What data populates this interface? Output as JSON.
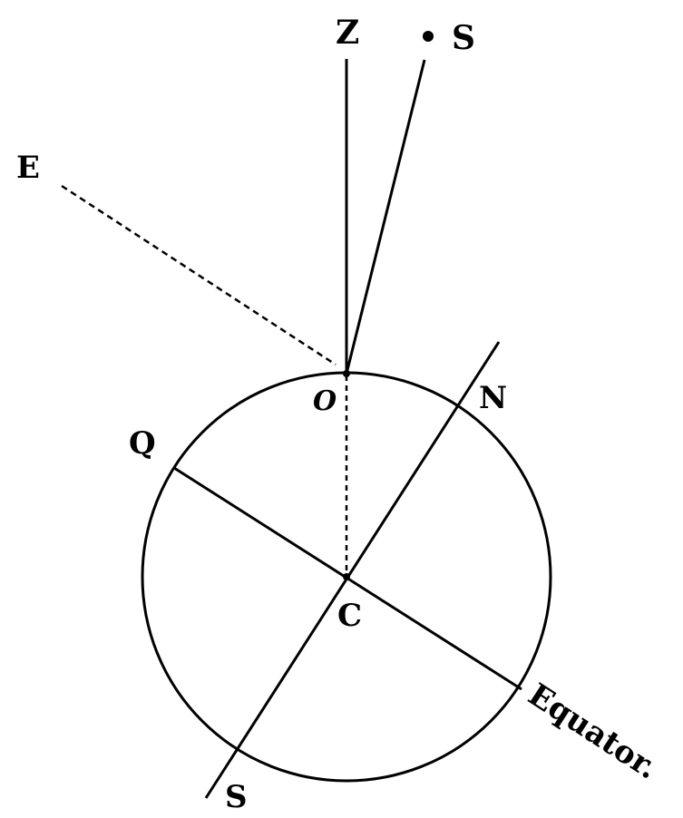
{
  "diagram": {
    "labels": {
      "zenith": "Z",
      "star": "S",
      "ecliptic_pole": "E",
      "observer": "O",
      "north": "N",
      "q_point": "Q",
      "center": "C",
      "equator": "Equator.",
      "south": "S"
    },
    "colors": {
      "ink": "#000000",
      "background": "#ffffff"
    }
  }
}
